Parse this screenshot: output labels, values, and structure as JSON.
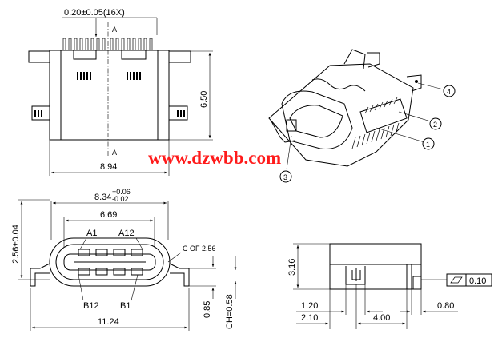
{
  "watermark": "www.dzwbb.com",
  "top_view": {
    "pin_pitch": "0.20±0.05(16X)",
    "section_marker": "A",
    "height_dim": "6.50",
    "width_dim": "8.94"
  },
  "front_view": {
    "height_dim": "2.56±0.04",
    "outer_width_base": "8.34",
    "outer_width_upper_tol": "+0.06",
    "outer_width_lower_tol": "-0.02",
    "inner_width_dim": "6.69",
    "pin_labels": {
      "top_left": "A1",
      "top_right": "A12",
      "bottom_left": "B12",
      "bottom_right": "B1"
    },
    "chamfer_note": "C OF 2.56",
    "overall_width_dim": "11.24",
    "leg_dim": "0.85",
    "chamfer_dim": "CH=0.58"
  },
  "iso_view": {
    "callouts": [
      "1",
      "2",
      "3",
      "4"
    ]
  },
  "side_view": {
    "height_dim": "3.16",
    "dim_left_1": "1.20",
    "dim_left_2": "2.10",
    "dim_center": "4.00",
    "dim_right": "0.80",
    "flatness_value": "0.10"
  }
}
